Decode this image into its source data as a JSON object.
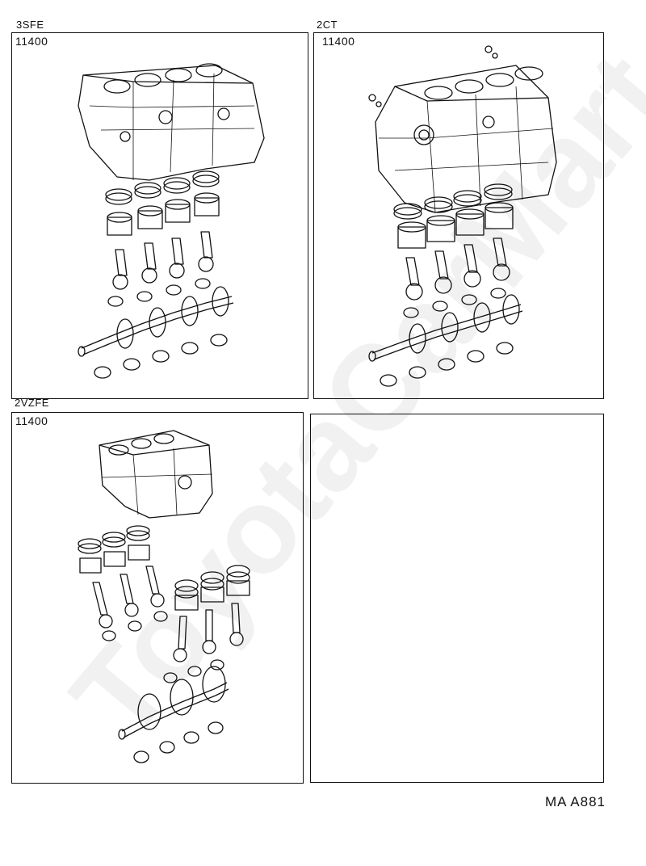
{
  "panels": [
    {
      "engine": "3SFE",
      "part_number": "11400"
    },
    {
      "engine": "2CT",
      "part_number": "11400"
    },
    {
      "engine": "2VZFE",
      "part_number": "11400"
    },
    {
      "engine": "",
      "part_number": ""
    }
  ],
  "reference_code": "MA A881",
  "watermark": "ToyotaCarMart.ru",
  "illustrations": [
    "engine-block-inline-4-icon",
    "engine-block-inline-4-icon",
    "engine-block-v6-icon"
  ]
}
